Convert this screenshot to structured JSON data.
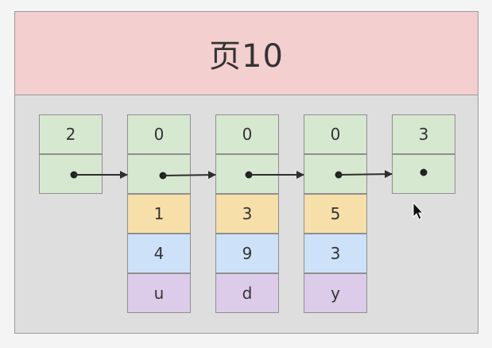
{
  "page": {
    "title": "页10"
  },
  "records": [
    {
      "header": "2",
      "fields": []
    },
    {
      "header": "0",
      "fields": [
        "1",
        "4",
        "u"
      ]
    },
    {
      "header": "0",
      "fields": [
        "3",
        "9",
        "d"
      ]
    },
    {
      "header": "0",
      "fields": [
        "5",
        "3",
        "y"
      ]
    },
    {
      "header": "3",
      "fields": []
    }
  ]
}
